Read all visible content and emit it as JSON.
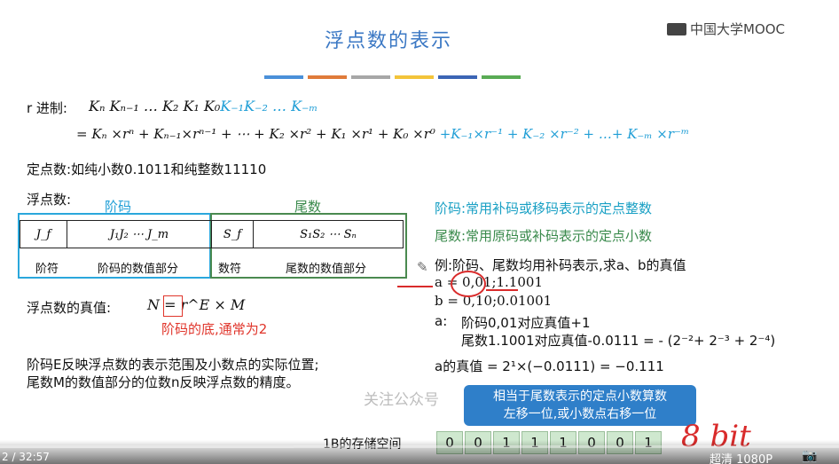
{
  "slide": {
    "title": "浮点数的表示",
    "logo": "中国大学MOOC",
    "stripe_colors": [
      "#4a90d9",
      "#e07b3a",
      "#a7a7a7",
      "#f3c43a",
      "#3c65b5",
      "#5aab55"
    ],
    "r_label": "r 进制:",
    "r_digits_black": "Kₙ Kₙ₋₁ … K₂ K₁ K₀",
    "r_digits_blue": "K₋₁K₋₂ … K₋ₘ",
    "expand_black": "= Kₙ ×rⁿ + Kₙ₋₁×rⁿ⁻¹ + ⋯ + K₂ ×r² + K₁ ×r¹ + K₀ ×r⁰",
    "expand_blue": "+K₋₁×r⁻¹ + K₋₂ ×r⁻² + …+ K₋ₘ ×r⁻ᵐ",
    "fixed_point": "定点数:如纯小数0.1011和纯整数11110",
    "float_label": "浮点数:",
    "exponent_title": "阶码",
    "mantissa_title": "尾数",
    "fields": [
      "J_f",
      "J₁J₂ ⋯ J_m",
      "S_f",
      "S₁S₂ ⋯ Sₙ"
    ],
    "field_labels": [
      "阶符",
      "阶码的数值部分",
      "数符",
      "尾数的数值部分"
    ],
    "true_value_label": "浮点数的真值:",
    "true_value_formula": "N = r^E × M",
    "base_note": "阶码的底,通常为2",
    "desc_line1": "阶码E反映浮点数的表示范围及小数点的实际位置;",
    "desc_line2": "尾数M的数值部分的位数n反映浮点数的精度。",
    "exponent_note": "阶码:常用补码或移码表示的定点整数",
    "mantissa_note": "尾数:常用原码或补码表示的定点小数",
    "example_title": "例:阶码、尾数均用补码表示,求a、b的真值",
    "example_a": "a = 0,01;1.1001",
    "example_b": "b = 0,10;0.01001",
    "solution_label": "a:",
    "solution_line1": "阶码0,01对应真值+1",
    "solution_line2": "尾数1.1001对应真值-0.0111 = - (2⁻²+ 2⁻³ + 2⁻⁴)",
    "result": "a的真值 = 2¹×(−0.0111) = −0.111",
    "callout_line1": "相当于尾数表示的定点小数算数",
    "callout_line2": "左移一位,或小数点右移一位",
    "watermark": "关注公众号",
    "storage_label": "1B的存储空间",
    "bits": [
      "0",
      "0",
      "1",
      "1",
      "1",
      "0",
      "0",
      "1"
    ],
    "handwriting": "8 bit"
  },
  "player": {
    "time": "2 / 32:57",
    "quality": "超清 1080P",
    "progress_fraction": 0.35
  }
}
